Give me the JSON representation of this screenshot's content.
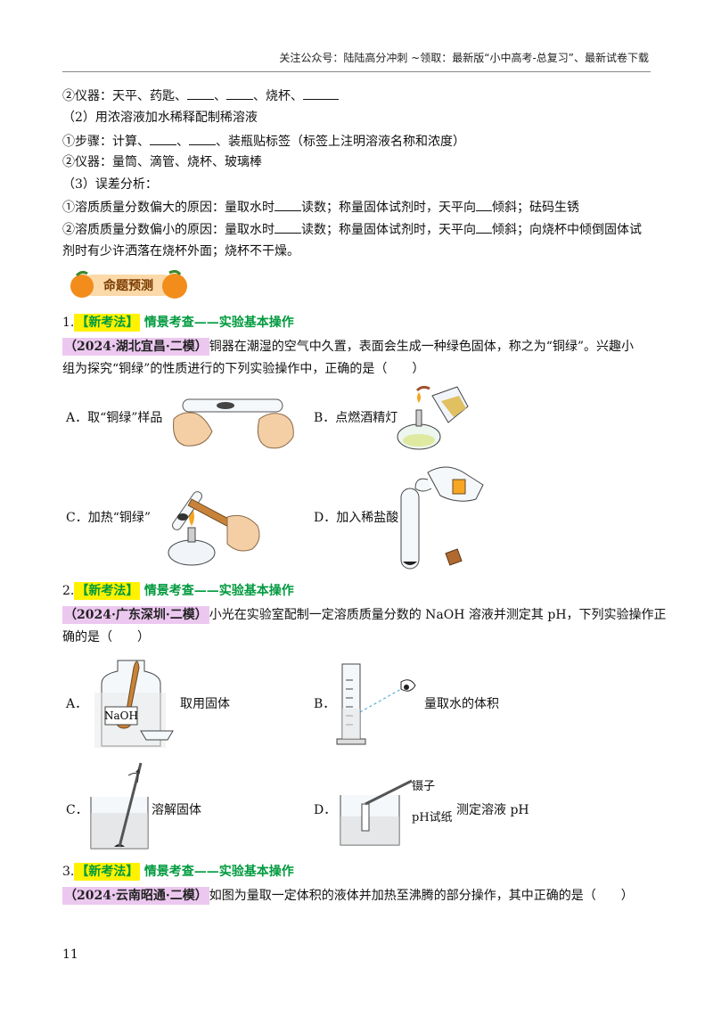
{
  "header": {
    "text": "关注公众号：陆陆高分冲刺  ~领取：最新版“小中高考-总复习”、最新试卷下载"
  },
  "intro": {
    "line1_pre": "②仪器：天平、药匙、",
    "line1_mid1": "、",
    "line1_mid2": "、烧杯、",
    "line2": "（2）用浓溶液加水稀释配制稀溶液",
    "line3_pre": "①步骤：计算、",
    "line3_mid": "、",
    "line3_post": "、装瓶贴标签（标签上注明溶液名称和浓度）",
    "line4": "②仪器：量筒、滴管、烧杯、玻璃棒",
    "line5": "（3）误差分析：",
    "line6_pre": "①溶质质量分数偏大的原因：量取水时",
    "line6_mid": "读数；称量固体试剂时，天平向",
    "line6_post": "倾斜；砝码生锈",
    "line7_pre": "②溶质质量分数偏小的原因：量取水时",
    "line7_mid": "读数；称量固体试剂时，天平向",
    "line7_post": "倾斜；向烧杯中倾倒固体试",
    "line8": "剂时有少许洒落在烧杯外面；烧杯不干燥。"
  },
  "banner": {
    "label": "命题预测"
  },
  "q1": {
    "num": "1.",
    "tag": "【新考法】",
    "title": "情景考查——实验基本操作",
    "source": "（2024·湖北宜昌·二模）",
    "stem1": "铜器在潮湿的空气中久置，表面会生成一种绿色固体，称之为“铜绿”。兴趣小",
    "stem2": "组为探究“铜绿”的性质进行的下列实验操作中，正确的是（　　）",
    "options": {
      "A": "A．取“铜绿”样品",
      "B": "B．点燃酒精灯",
      "C": "C．加热“铜绿”",
      "D": "D．加入稀盐酸"
    }
  },
  "q2": {
    "num": "2.",
    "tag": "【新考法】",
    "title": "情景考查——实验基本操作",
    "source": "（2024·广东深圳·二模）",
    "stem1": "小光在实验室配制一定溶质质量分数的 NaOH 溶液并测定其 pH，下列实验操作正",
    "stem2": "确的是（　　）",
    "options": {
      "A_letter": "A．",
      "A_text": "取用固体",
      "A_label": "NaOH",
      "B_letter": "B．",
      "B_text": "量取水的体积",
      "C_letter": "C．",
      "C_text": "溶解固体",
      "D_letter": "D．",
      "D_text": "测定溶液 pH",
      "D_label1": "镊子",
      "D_label2": "pH试纸"
    }
  },
  "q3": {
    "num": "3.",
    "tag": "【新考法】",
    "title": "情景考查——实验基本操作",
    "source": "（2024·云南昭通·二模）",
    "stem1": "如图为量取一定体积的液体并加热至沸腾的部分操作，其中正确的是（　　）"
  },
  "page_number": "11",
  "colors": {
    "tag_bg": "#fff200",
    "tag_text": "#009a3e",
    "source_bg": "#ecc8f0",
    "banner_orange": "#f28c1b"
  }
}
